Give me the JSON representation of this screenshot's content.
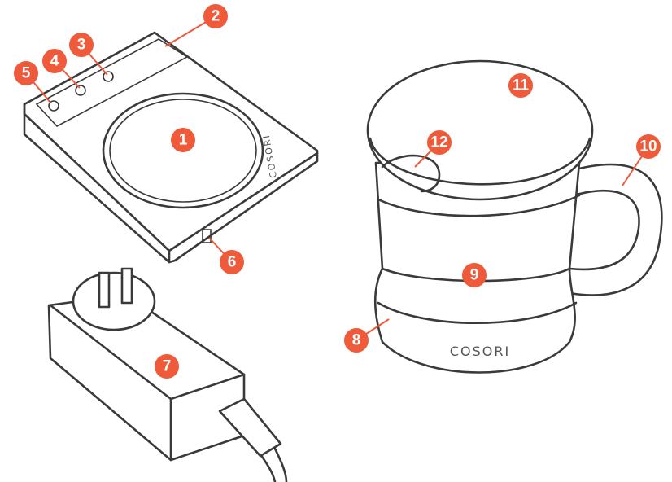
{
  "diagram": {
    "brand_logo_warmer": "COSORI",
    "brand_logo_mug": "COSORI",
    "callouts": [
      "1",
      "2",
      "3",
      "4",
      "5",
      "6",
      "7",
      "8",
      "9",
      "10",
      "11",
      "12"
    ],
    "accent_color": "#ee5a3a",
    "line_color": "#3a3a3a"
  }
}
